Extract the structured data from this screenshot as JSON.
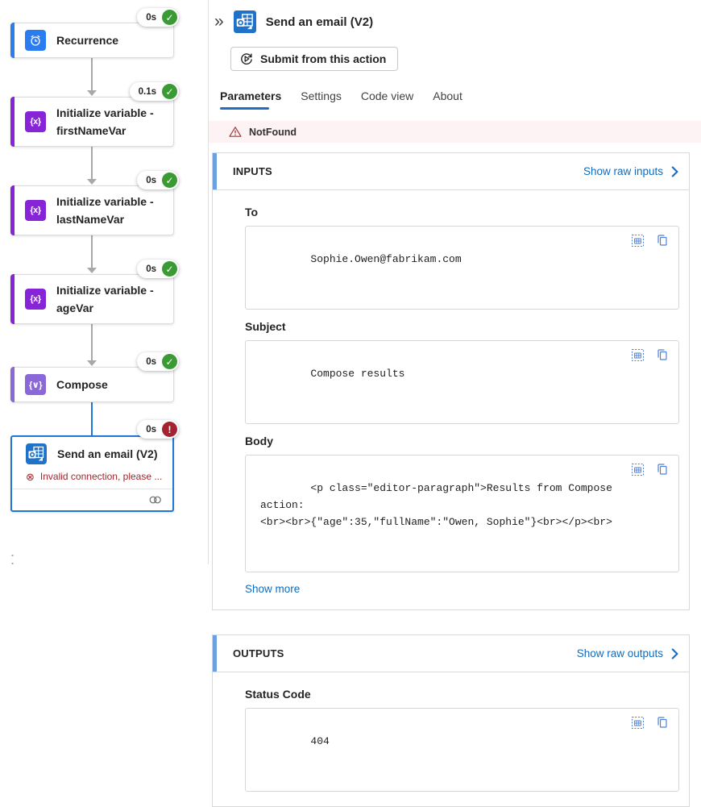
{
  "workflow": {
    "nodes": [
      {
        "id": "recurrence",
        "label": "Recurrence",
        "duration": "0s",
        "status": "success",
        "status_glyph": "✓",
        "icon": "clock-icon"
      },
      {
        "id": "init-firstname",
        "label": "Initialize variable -\nfirstNameVar",
        "duration": "0.1s",
        "status": "success",
        "status_glyph": "✓",
        "icon": "variable-icon"
      },
      {
        "id": "init-lastname",
        "label": "Initialize variable -\nlastNameVar",
        "duration": "0s",
        "status": "success",
        "status_glyph": "✓",
        "icon": "variable-icon"
      },
      {
        "id": "init-age",
        "label": "Initialize variable -\nageVar",
        "duration": "0s",
        "status": "success",
        "status_glyph": "✓",
        "icon": "variable-icon"
      },
      {
        "id": "compose",
        "label": "Compose",
        "duration": "0s",
        "status": "success",
        "status_glyph": "✓",
        "icon": "compose-icon"
      },
      {
        "id": "send-email",
        "label": "Send an email (V2)",
        "duration": "0s",
        "status": "error",
        "status_glyph": "!",
        "icon": "outlook-icon",
        "error_text": "Invalid connection, please ...",
        "error_glyph": "⊗"
      }
    ]
  },
  "icons": {
    "variable_glyph": "{x}",
    "compose_glyph": "{∨}"
  },
  "panel": {
    "collapse_glyph": "»",
    "title": "Send an email (V2)",
    "submit_button": "Submit from this action",
    "tabs": [
      {
        "label": "Parameters",
        "active": true
      },
      {
        "label": "Settings",
        "active": false
      },
      {
        "label": "Code view",
        "active": false
      },
      {
        "label": "About",
        "active": false
      }
    ],
    "error_banner": "NotFound",
    "inputs": {
      "heading": "INPUTS",
      "raw_link": "Show raw inputs",
      "to_label": "To",
      "to_value": "Sophie.Owen@fabrikam.com",
      "subject_label": "Subject",
      "subject_value": "Compose results",
      "body_label": "Body",
      "body_value": "<p class=\"editor-paragraph\">Results from Compose action: \n<br><br>{\"age\":35,\"fullName\":\"Owen, Sophie\"}<br></p><br>",
      "show_more": "Show more"
    },
    "outputs": {
      "heading": "OUTPUTS",
      "raw_link": "Show raw outputs",
      "status_label": "Status Code",
      "status_value": "404"
    }
  },
  "colors": {
    "accent_recurrence": "#2b7cf0",
    "accent_variable": "#8724d8",
    "accent_compose": "#8a68d8",
    "outlook_icon_blue": "#1f72c8",
    "selected_border": "#2076d6",
    "success_green": "#3a9b35",
    "error_red": "#a42330",
    "error_text": "#a4262c",
    "banner_bg": "#fdf3f4",
    "link_blue": "#0f6cbd",
    "tab_underline": "#1f6cc5",
    "section_accent": "#6ca1dd"
  }
}
